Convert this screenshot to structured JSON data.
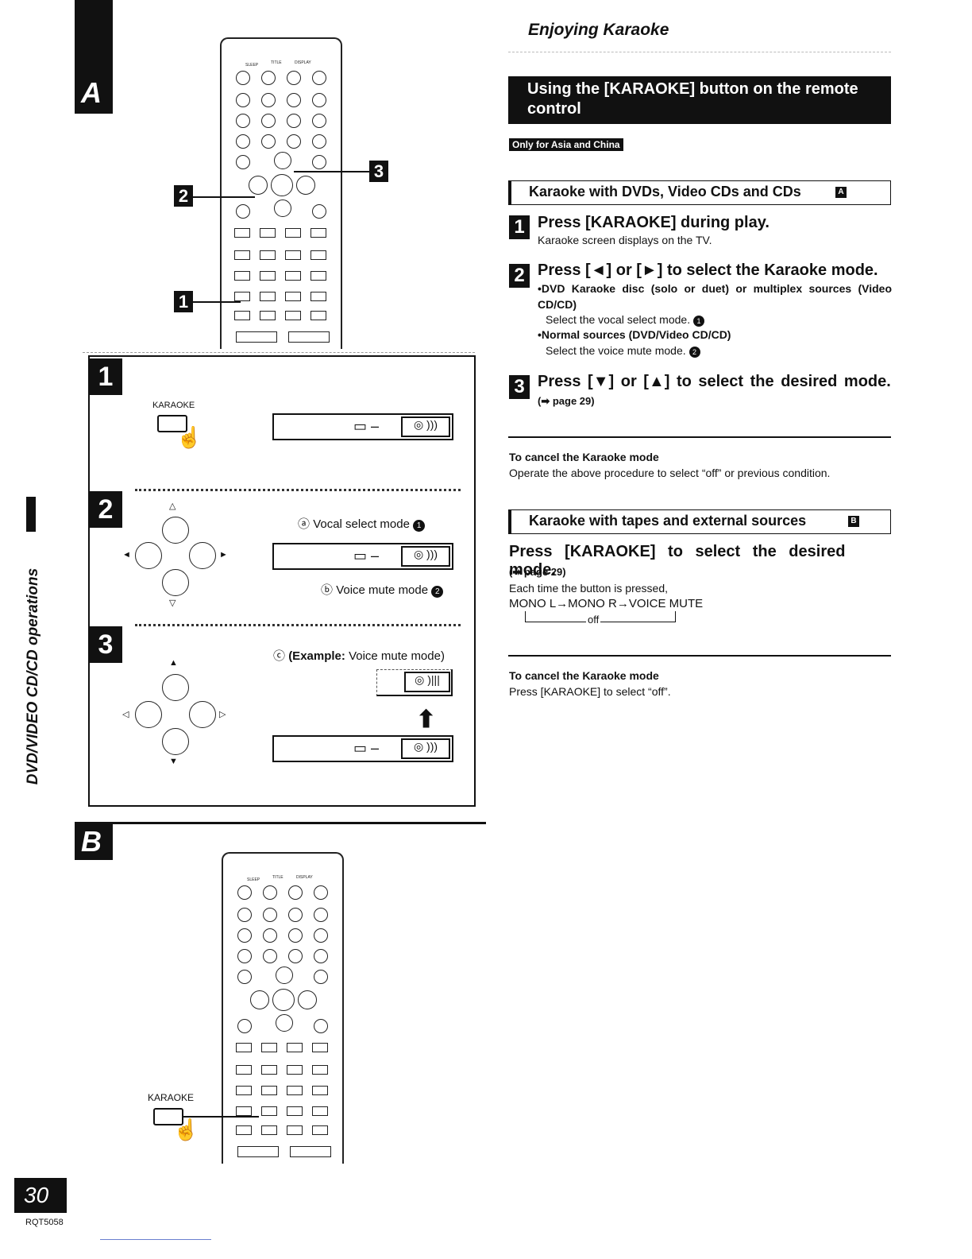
{
  "header": {
    "section_title": "Enjoying Karaoke"
  },
  "tabs": {
    "a": "A",
    "b": "B"
  },
  "side_label": "DVD/VIDEO CD/CD operations",
  "banner": {
    "title": "Using the [KARAOKE] button on the remote control"
  },
  "region_badge": "Only for Asia and China",
  "section1": {
    "heading": "Karaoke with DVDs, Video CDs and CDs",
    "heading_ref": "A",
    "steps": [
      {
        "num": "1",
        "title": "Press [KARAOKE] during play.",
        "lines": [
          "Karaoke screen displays on the TV."
        ]
      },
      {
        "num": "2",
        "title": "Press [◄] or [►] to select the Karaoke mode.",
        "bullet1": "•DVD Karaoke disc (solo or duet) or multiplex sources (Video CD/CD)",
        "bullet1_sub": "Select the vocal select mode.",
        "bullet1_mark": "1",
        "bullet2": "•Normal sources (DVD/Video CD/CD)",
        "bullet2_sub": "Select the voice mute mode.",
        "bullet2_mark": "2"
      },
      {
        "num": "3",
        "title": "Press [▼] or [▲] to select the desired mode.",
        "ref": "(➡ page 29)"
      }
    ],
    "cancel_title": "To cancel the Karaoke mode",
    "cancel_text": "Operate the above procedure to select “off” or previous condition."
  },
  "section2": {
    "heading": "Karaoke with tapes and external sources",
    "heading_ref": "B",
    "title": "Press [KARAOKE] to select the desired mode.",
    "ref": "(➡ page 29)",
    "line1": "Each time the button is pressed,",
    "cycle": "MONO L→MONO R→VOICE MUTE",
    "cycle_off": "off",
    "cancel_title": "To cancel the Karaoke mode",
    "cancel_text": "Press [KARAOKE] to select “off”."
  },
  "illustration": {
    "step_nums": [
      "1",
      "2",
      "3"
    ],
    "karaoke_label": "KARAOKE",
    "label_a": "Vocal select mode",
    "label_a_key": "ⓐ",
    "label_a_mark": "1",
    "label_b": "Voice mute mode",
    "label_b_key": "ⓑ",
    "label_b_mark": "2",
    "label_c_key": "ⓒ",
    "label_c_prefix": "(Example:",
    "label_c_rest": "Voice mute mode)",
    "callouts_a": [
      "2",
      "3",
      "1"
    ],
    "karaoke_label_b": "KARAOKE"
  },
  "footer": {
    "page_number": "30",
    "doc_code": "RQT5058"
  }
}
